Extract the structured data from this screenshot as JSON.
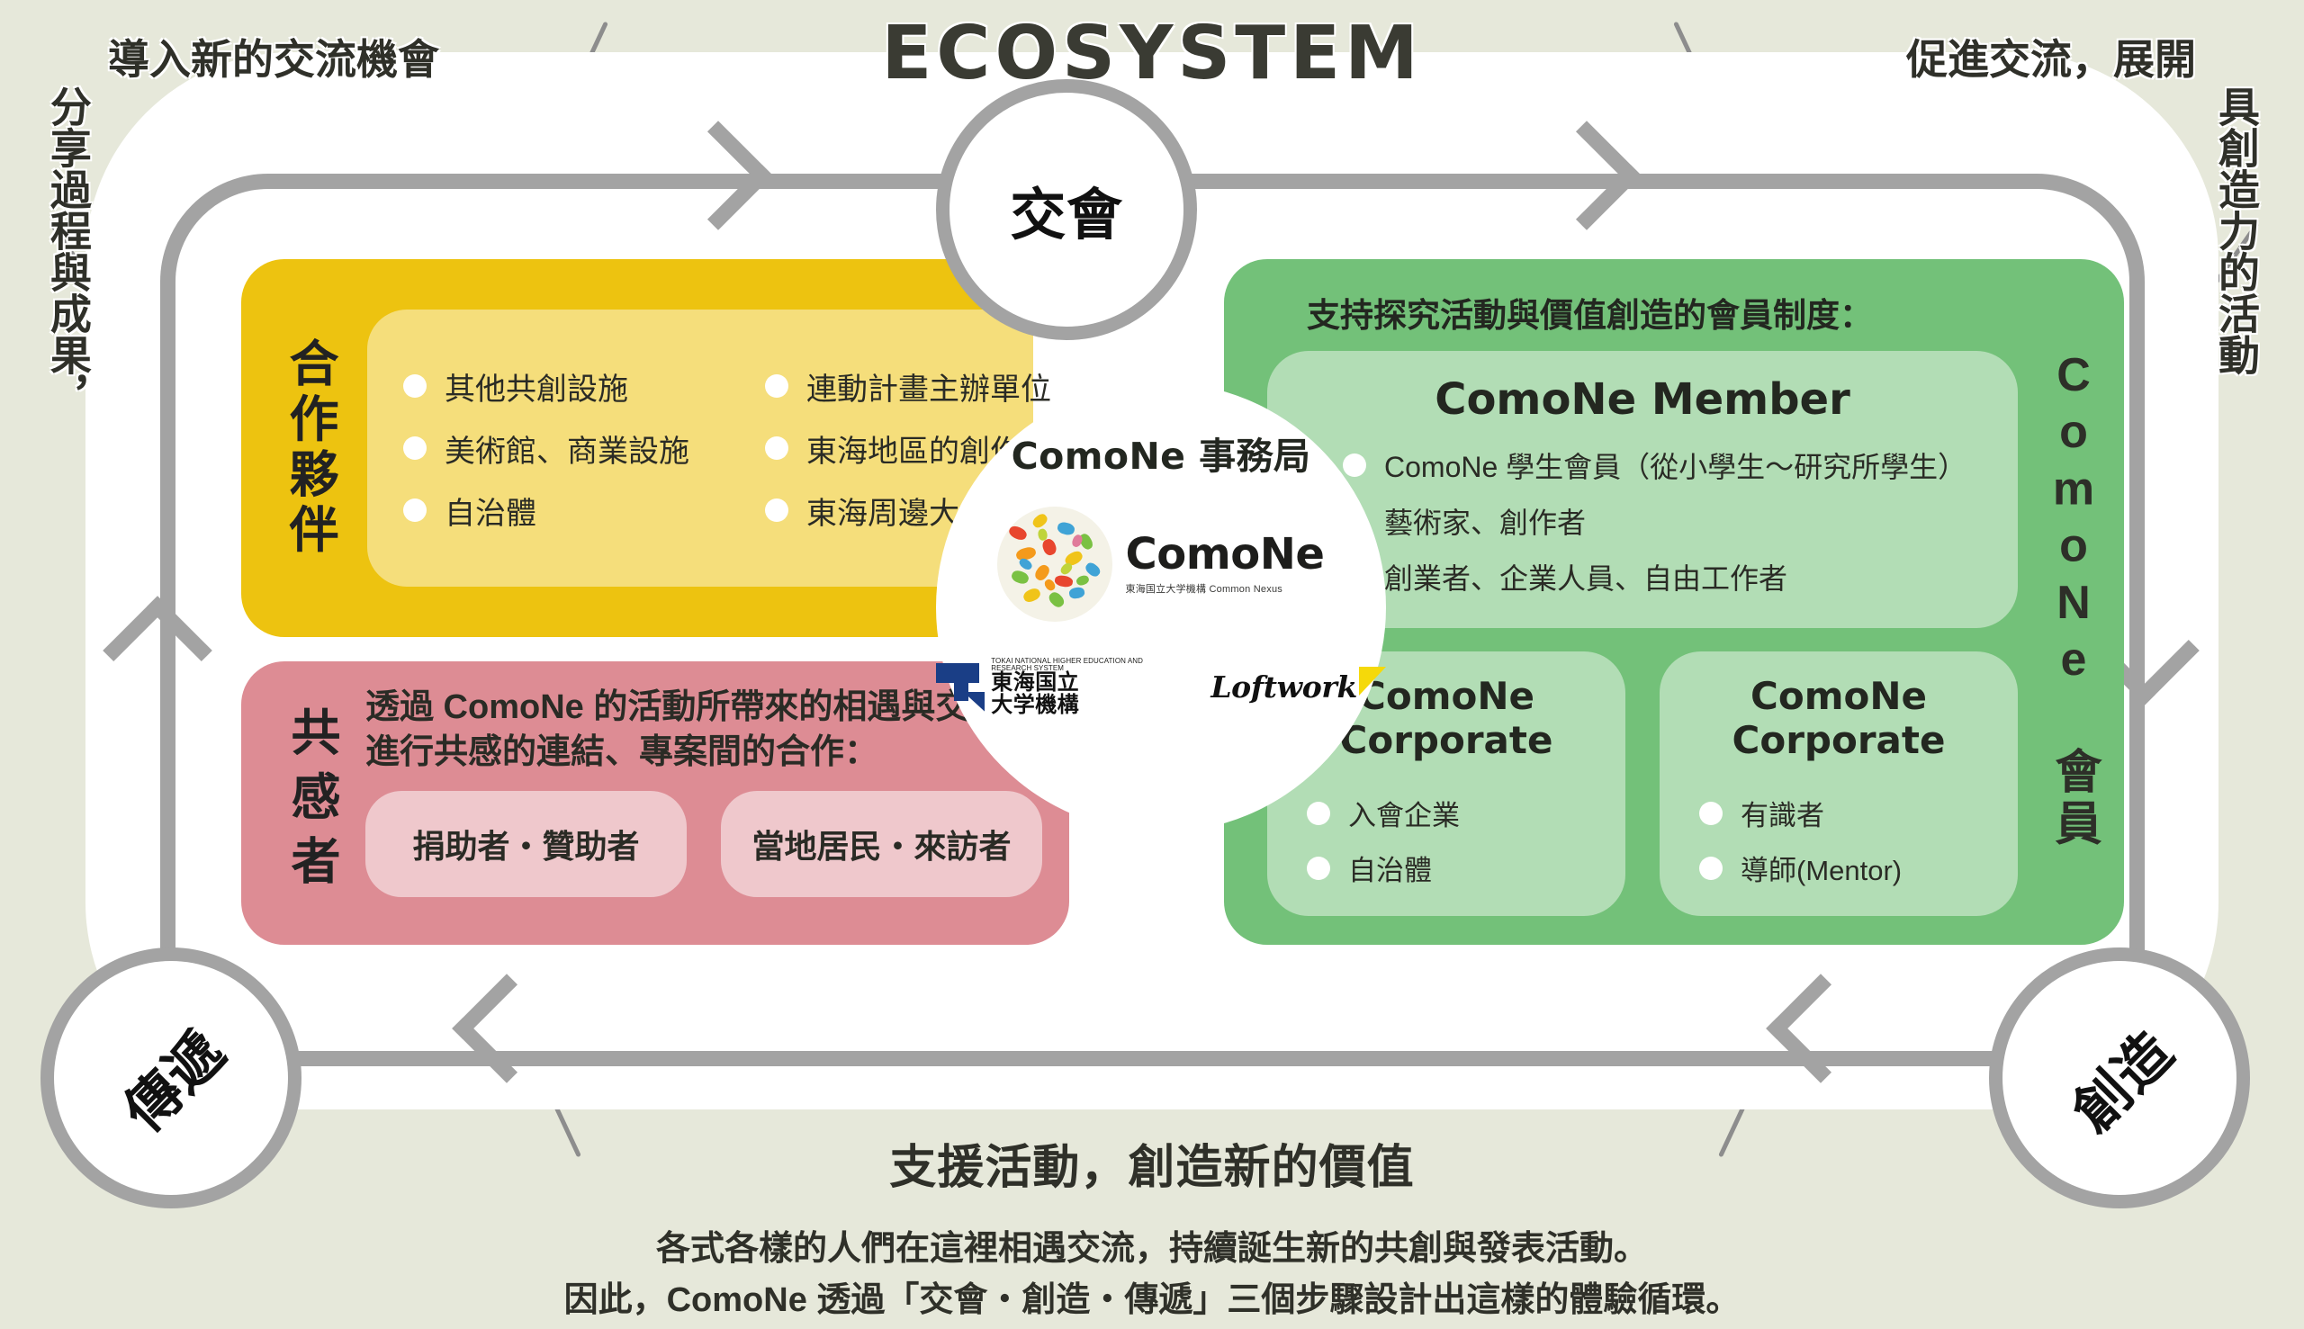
{
  "title": "ECOSYSTEM",
  "captions": {
    "top_left": "導入新的交流機會",
    "left_vertical": "分享過程與成果，",
    "top_right": "促進交流，展開",
    "right_vertical": "具創造力的活動",
    "bottom_head": "支援活動，創造新的價值",
    "bottom_sub_line1": "各式各樣的人們在這裡相遇交流，持續誕生新的共創與發表活動。",
    "bottom_sub_line2": "因此，ComoNe 透過「交會・創造・傳遞」三個步驟設計出這樣的體驗循環。"
  },
  "nodes": {
    "top": "交會",
    "bottom_left": "傳遞",
    "bottom_right": "創造"
  },
  "panels": {
    "partners": {
      "label": "合作夥伴",
      "color": "#edc310",
      "column_left": [
        "其他共創設施",
        "美術館、商業設施",
        "自治體"
      ],
      "column_right": [
        "連動計畫主辦單位",
        "東海地區的創作者",
        "東海周邊大學"
      ]
    },
    "empathy": {
      "label": "共感者",
      "color": "#dd8c94",
      "heading": "透過 ComoNe 的活動所帶來的相遇與交流，進行共感的連結、專案間的合作：",
      "cards": [
        "捐助者・贊助者",
        "當地居民・來訪者"
      ]
    },
    "members": {
      "side_label": "ComoNe 會員",
      "color": "#73c179",
      "heading": "支持探究活動與價值創造的會員制度：",
      "member_card": {
        "title": "ComoNe Member",
        "bullets": [
          "ComoNe 學生會員（從小學生～研究所學生）",
          "藝術家、創作者",
          "創業者、企業人員、自由工作者"
        ]
      },
      "corporate_cards": [
        {
          "title": "ComoNe Corporate",
          "bullets": [
            "入會企業",
            "自治體"
          ]
        },
        {
          "title": "ComoNe Corporate",
          "bullets": [
            "有識者",
            "導師(Mentor)"
          ]
        }
      ]
    }
  },
  "hub": {
    "title": "ComoNe 事務局",
    "wordmark": "ComoNe",
    "wordmark_sub": "東海国立大学機構 Common Nexus",
    "partners": [
      {
        "tiny": "TOKAI NATIONAL HIGHER EDUCATION AND RESEARCH SYSTEM",
        "line1": "東海国立",
        "line2": "大学機構"
      },
      {
        "name": "Loftwork"
      }
    ]
  },
  "colors": {
    "background": "#e6e8da",
    "plate": "#ffffff",
    "track": "#a3a3a3",
    "yellow": "#edc310",
    "pink": "#dd8c94",
    "green": "#73c179",
    "text": "#2f3029"
  }
}
